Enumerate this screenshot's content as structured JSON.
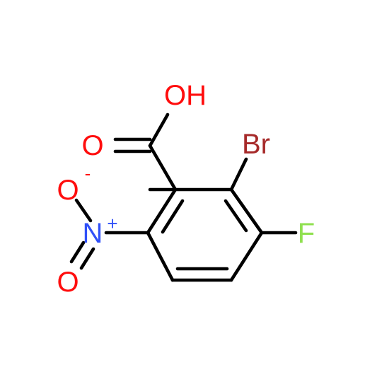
{
  "molecule": {
    "atoms": {
      "hydroxyl": {
        "label": "OH",
        "color": "#ff0d0d"
      },
      "carbonyl_oxygen": {
        "label": "O",
        "color": "#ff0d0d"
      },
      "bromine": {
        "label": "Br",
        "color": "#a62929"
      },
      "fluorine": {
        "label": "F",
        "color": "#90e050"
      },
      "nitro_nitrogen": {
        "label": "N",
        "color": "#3050f8"
      },
      "nitro_nitrogen_charge": {
        "label": "+",
        "color": "#3050f8"
      },
      "nitro_oxygen_top": {
        "label": "O",
        "color": "#ff0d0d"
      },
      "nitro_oxygen_top_charge": {
        "label": "-",
        "color": "#ff0d0d"
      },
      "nitro_oxygen_bottom": {
        "label": "O",
        "color": "#ff0d0d"
      }
    },
    "bond_color": "#000000"
  }
}
